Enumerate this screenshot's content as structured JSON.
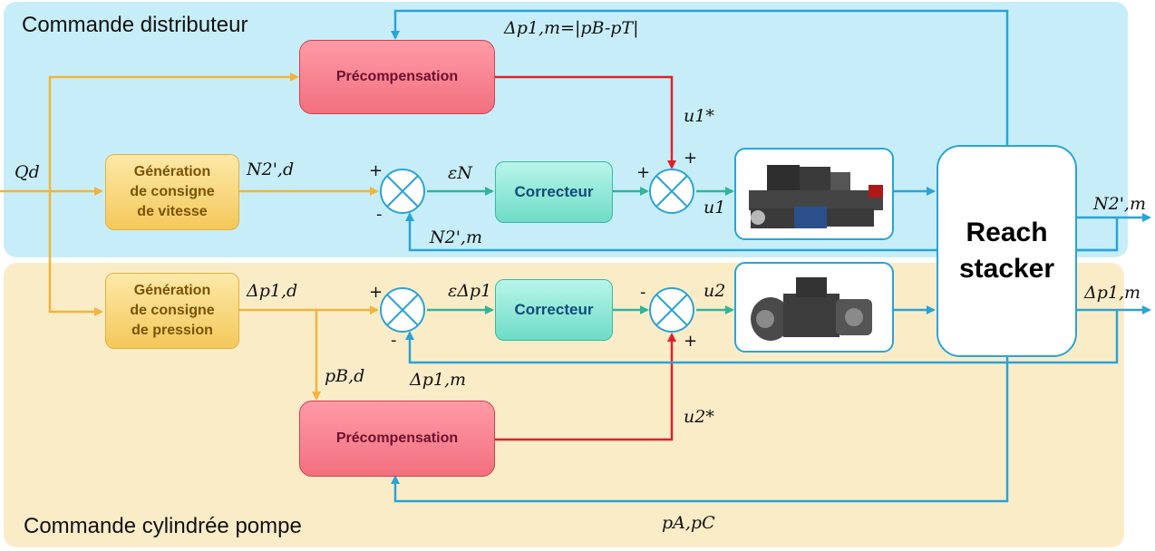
{
  "regions": {
    "top_title": "Commande distributeur",
    "bottom_title": "Commande cylindrée pompe"
  },
  "blocks": {
    "precomp_top": "Précompensation",
    "precomp_bottom": "Précompensation",
    "gen_speed_line1": "Génération",
    "gen_speed_line2": "de consigne",
    "gen_speed_line3": "de vitesse",
    "gen_press_line1": "Génération",
    "gen_press_line2": "de consigne",
    "gen_press_line3": "de pression",
    "corrector_top": "Correcteur",
    "corrector_bottom": "Correcteur",
    "plant_line1": "Reach",
    "plant_line2": "stacker"
  },
  "signals": {
    "qd": "Qd",
    "n2d": "N2',d",
    "eps_n": "εN",
    "u1_star": "u1*",
    "u1": "u1",
    "n2m_feedback": "N2',m",
    "n2m_out": "N2',m",
    "dp1m_top": "Δp1,m=|pB-pT|",
    "dp1d": "Δp1,d",
    "eps_dp1": "εΔp1",
    "u2": "u2",
    "u2_star": "u2*",
    "pbd": "pB,d",
    "dp1m_feedback": "Δp1,m",
    "dp1m_out": "Δp1,m",
    "pa_pc": "pA,pC"
  },
  "signs": {
    "sum1_plus": "+",
    "sum1_minus": "-",
    "sum2_plus_left": "+",
    "sum2_plus_top": "+",
    "sum3_plus": "+",
    "sum3_minus": "-",
    "sum4_minus": "-",
    "sum4_plus": "+"
  },
  "colors": {
    "top_region": "#c7eef8",
    "bottom_region": "#fbecc8",
    "wire_blue": "#2ba3d6",
    "wire_orange": "#f0b43c",
    "wire_red": "#e0202a",
    "wire_teal": "#2fb59c"
  },
  "icons": {
    "valve": "proportional-valve-image",
    "pump": "hydraulic-pump-image"
  }
}
